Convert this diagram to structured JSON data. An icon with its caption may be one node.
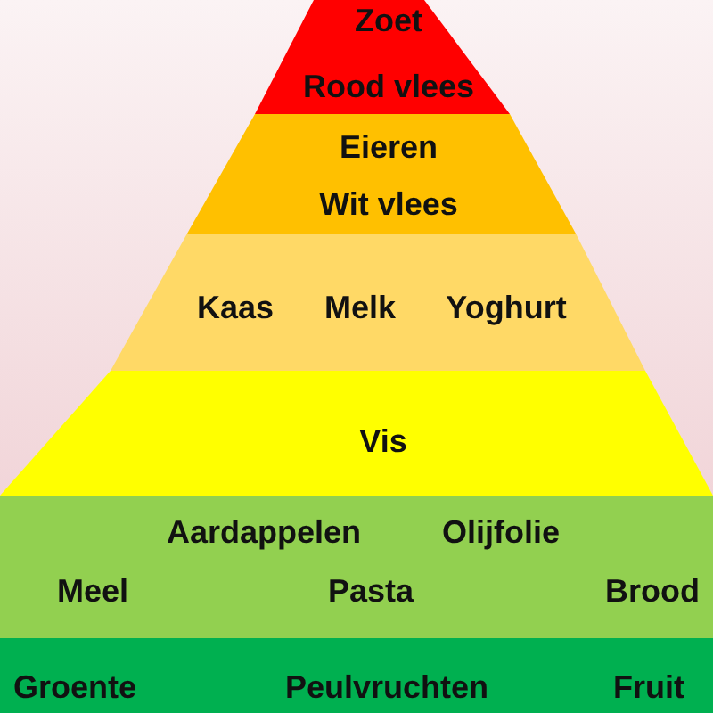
{
  "diagram": {
    "nodes": [
      {
        "text": [
          "Zoet",
          "Rood vlees"
        ]
      },
      {
        "text": [
          "Eieren",
          "Wit vlees"
        ]
      },
      {
        "text": [
          "Kaas",
          "Melk",
          "Yoghurt"
        ]
      },
      {
        "text": [
          "Vis"
        ]
      },
      {
        "text": [
          "Aardappelen",
          "Olijfolie",
          "Meel",
          "Pasta",
          "Brood"
        ]
      },
      {
        "text": [
          "Groente",
          "Peulvruchten",
          "Fruit"
        ]
      }
    ]
  }
}
